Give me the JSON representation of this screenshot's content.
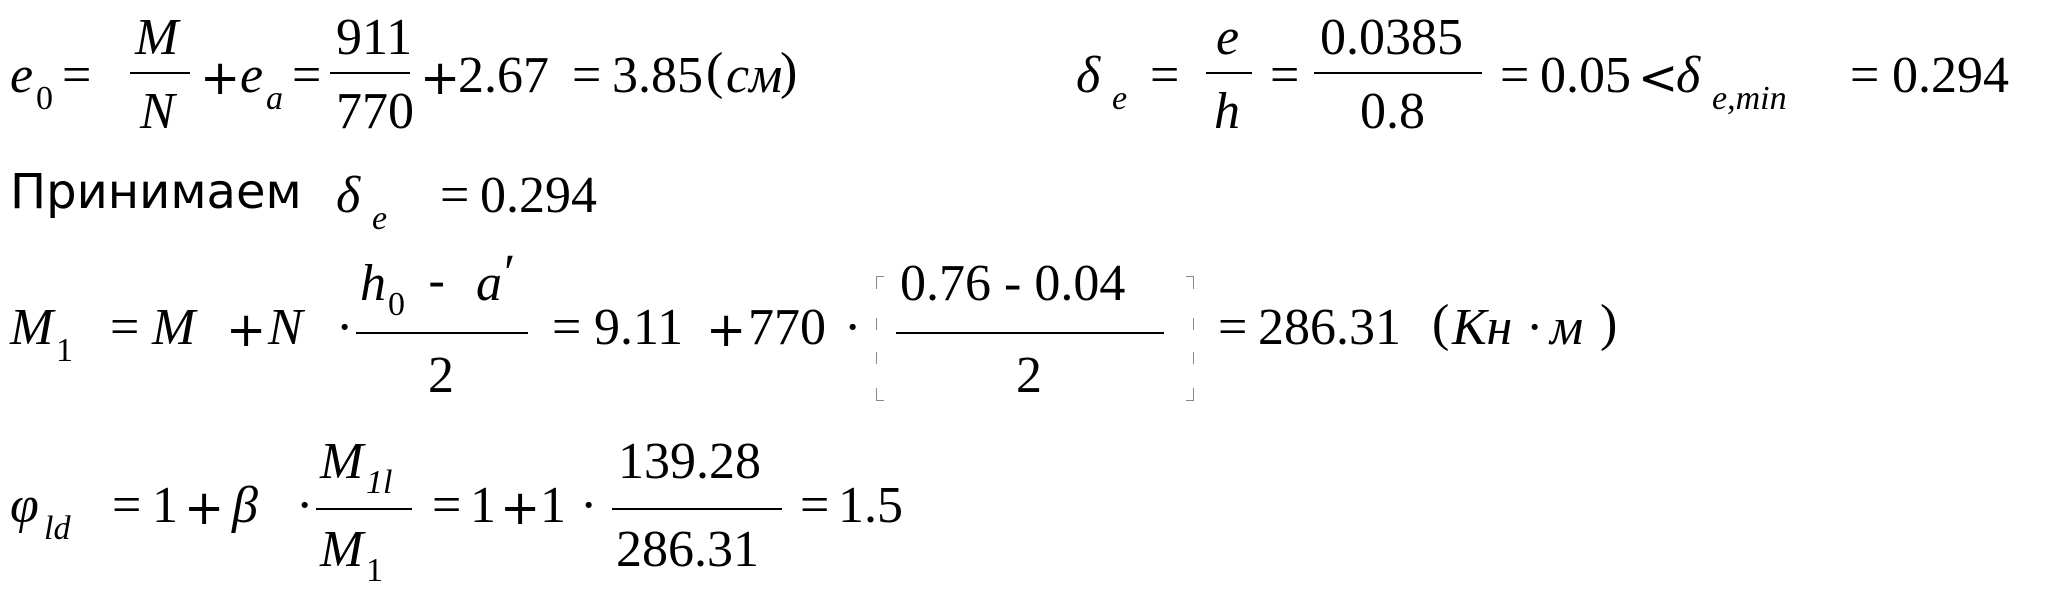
{
  "line1": {
    "e0": "e",
    "e0_sub": "0",
    "eq1": "=",
    "frac1_num": "M",
    "frac1_den": "N",
    "plus1": "+",
    "ea": "e",
    "ea_sub": "a",
    "eq2": "=",
    "frac2_num": "911",
    "frac2_den": "770",
    "plus2": "+",
    "v267": "2.67",
    "eq3": "=",
    "v385": "3.85",
    "paren_open": "(",
    "unit": "см",
    "paren_close": ")",
    "delta": "δ",
    "delta_sub": "e",
    "eq4": "=",
    "frac3_num": "e",
    "frac3_den": "h",
    "eq5": "=",
    "frac4_num": "0.0385",
    "frac4_den": "0.8",
    "eq6": "=",
    "v005": "0.05",
    "lt": "<",
    "delta2": "δ",
    "delta2_sub": "e,min",
    "eq7": "=",
    "v0294": "0.294"
  },
  "line2": {
    "word": "Принимаем",
    "delta": "δ",
    "delta_sub": "e",
    "eq": "=",
    "value": "0.294"
  },
  "line3": {
    "M": "M",
    "M_sub": "1",
    "eq1": "=",
    "M2": "M",
    "plus": "+",
    "N": "N",
    "dot1": "·",
    "frac1_num_h": "h",
    "frac1_num_h_sub": "0",
    "frac1_minus": "-",
    "frac1_num_a": "a",
    "frac1_prime": "′",
    "frac1_den": "2",
    "eq2": "=",
    "v911": "9.11",
    "plus2": "+",
    "v770": "770",
    "dot2": "·",
    "frac2_num": "0.76 - 0.04",
    "frac2_den": "2",
    "eq3": "=",
    "result": "286.31",
    "paren_open": "(",
    "unit1": "Кн",
    "dot3": "·",
    "unit2": "м",
    "paren_close": ")"
  },
  "line4": {
    "phi": "φ",
    "phi_sub": "ld",
    "eq1": "=",
    "one": "1",
    "plus": "+",
    "beta": "β",
    "dot1": "·",
    "frac1_num": "M",
    "frac1_num_sub": "1l",
    "frac1_den": "M",
    "frac1_den_sub": "1",
    "eq2": "=",
    "one2": "1",
    "plus2": "+",
    "one3": "1",
    "dot2": "·",
    "frac2_num": "139.28",
    "frac2_den": "286.31",
    "eq3": "=",
    "result": "1.5"
  }
}
